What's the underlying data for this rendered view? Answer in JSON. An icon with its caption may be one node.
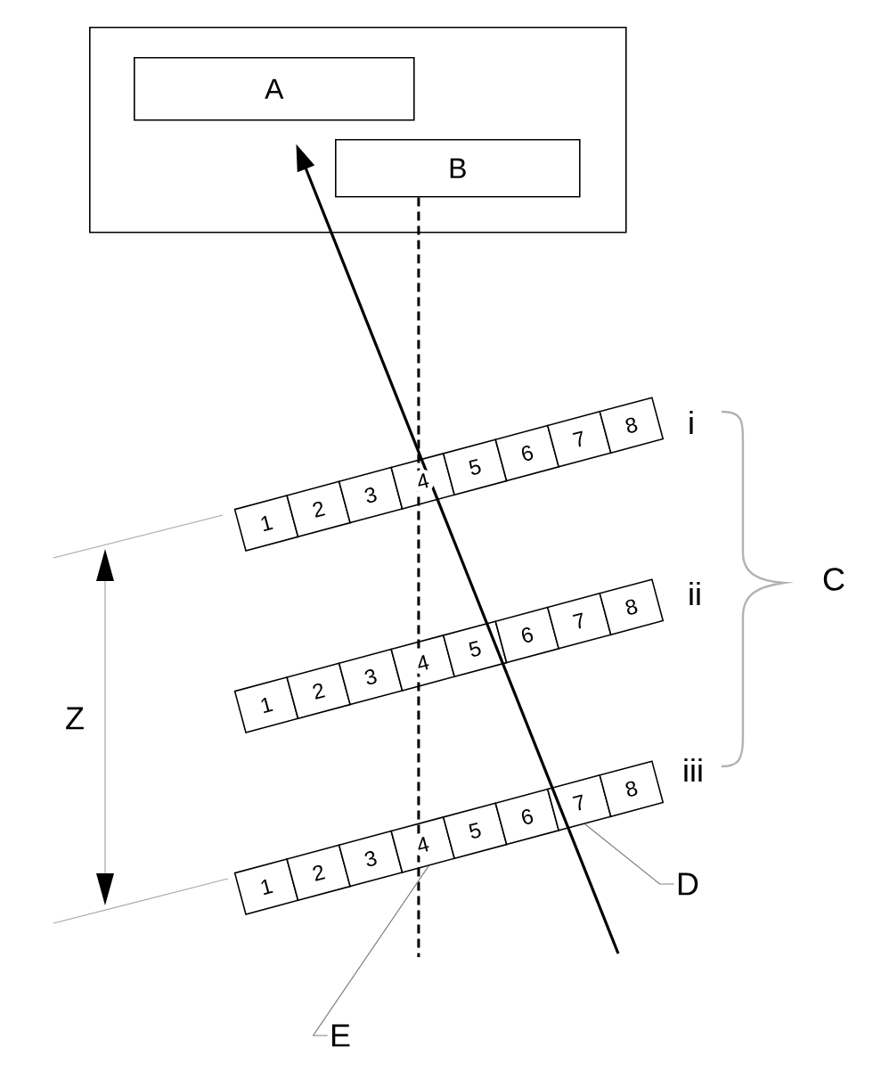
{
  "diagram": {
    "nodes": [
      {
        "text": [],
        "shape": "box"
      },
      {
        "text": [
          "A"
        ],
        "in": 0
      },
      {
        "text": [
          "B"
        ],
        "in": 0
      },
      {
        "text": [
          "1"
        ]
      },
      {
        "text": [
          "2"
        ]
      },
      {
        "text": [
          "3"
        ]
      },
      {
        "text": [
          "4"
        ]
      },
      {
        "text": [
          "5"
        ]
      },
      {
        "text": [
          "6"
        ]
      },
      {
        "text": [
          "7"
        ]
      },
      {
        "text": [
          "8"
        ]
      },
      {
        "text": [
          "1"
        ]
      },
      {
        "text": [
          "2"
        ]
      },
      {
        "text": [
          "3"
        ]
      },
      {
        "text": [
          "4"
        ]
      },
      {
        "text": [
          "5"
        ]
      },
      {
        "text": [
          "6"
        ]
      },
      {
        "text": [
          "7"
        ]
      },
      {
        "text": [
          "8"
        ]
      },
      {
        "text": [
          "1"
        ]
      },
      {
        "text": [
          "2"
        ]
      },
      {
        "text": [
          "3"
        ]
      },
      {
        "text": [
          "4"
        ]
      },
      {
        "text": [
          "5"
        ]
      },
      {
        "text": [
          "6"
        ]
      },
      {
        "text": [
          "7"
        ]
      },
      {
        "text": [
          "8"
        ]
      },
      {
        "text": [
          "D"
        ]
      },
      {
        "text": [
          "E"
        ]
      }
    ],
    "edges": [
      {
        "from": null,
        "to": 1,
        "arrow": "to"
      },
      {
        "from": 2,
        "to": null,
        "arrow": "none",
        "style": "dashed"
      },
      {
        "from": 27,
        "to": 25,
        "arrow": "none",
        "color": "#808080"
      },
      {
        "from": 28,
        "to": 22,
        "arrow": "none",
        "color": "#808080"
      }
    ],
    "labels": [
      "i",
      "ii",
      "iii",
      "C",
      "Z"
    ]
  }
}
